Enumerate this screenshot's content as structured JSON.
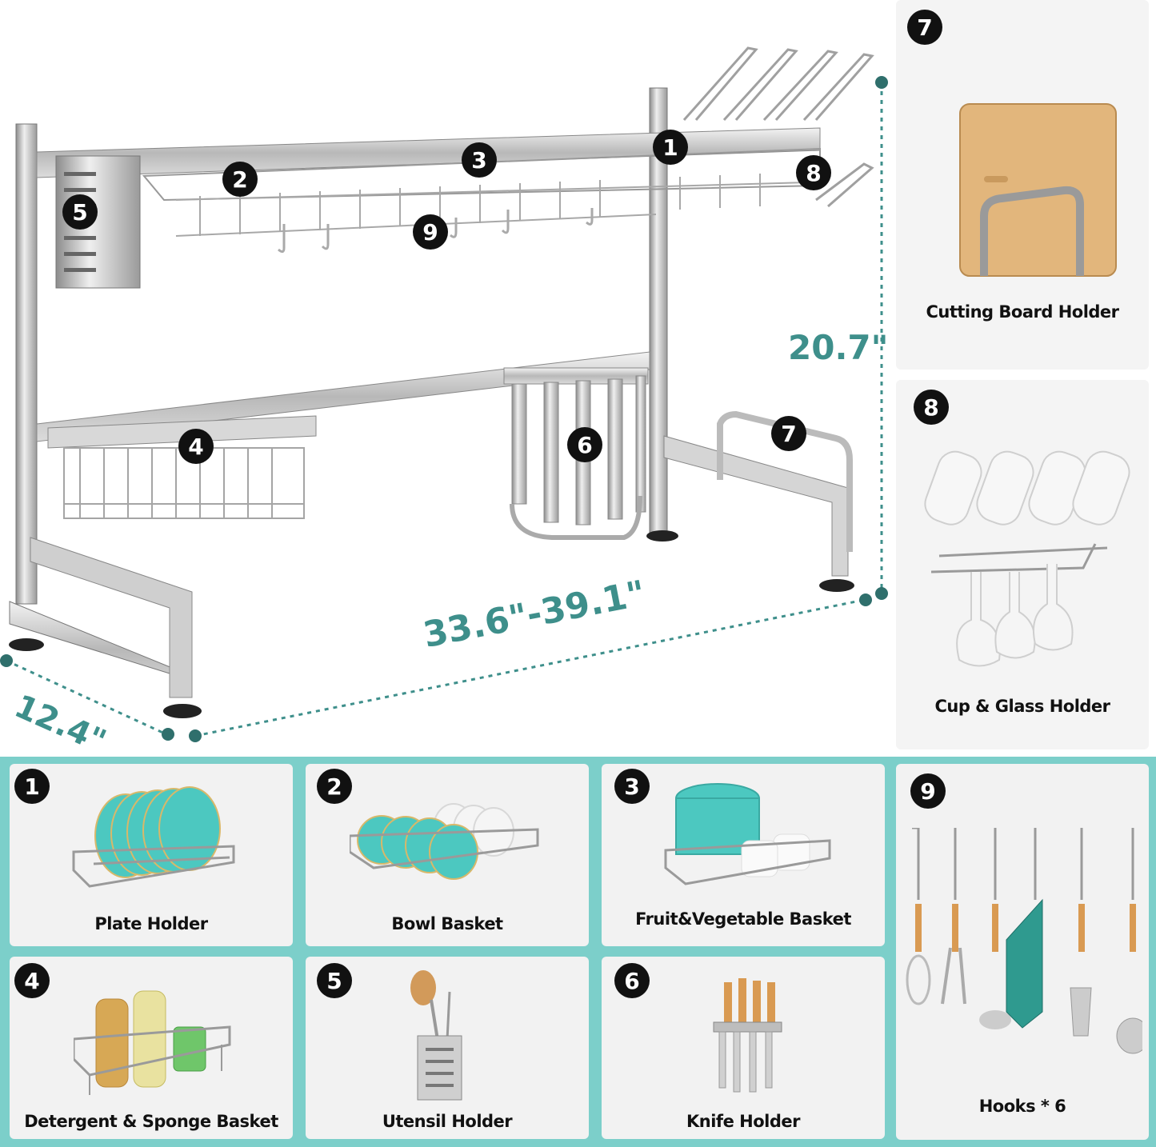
{
  "dimensions": {
    "height": "20.7\"",
    "width": "33.6\"-39.1\"",
    "depth": "12.4\""
  },
  "rack_callouts": [
    "1",
    "2",
    "3",
    "4",
    "5",
    "6",
    "7",
    "8",
    "9"
  ],
  "side_panels": [
    {
      "number": "7",
      "label": "Cutting Board Holder"
    },
    {
      "number": "8",
      "label": "Cup & Glass Holder"
    }
  ],
  "accessories": [
    {
      "number": "1",
      "label": "Plate Holder"
    },
    {
      "number": "2",
      "label": "Bowl Basket"
    },
    {
      "number": "3",
      "label": "Fruit&Vegetable Basket"
    },
    {
      "number": "4",
      "label": "Detergent & Sponge Basket"
    },
    {
      "number": "5",
      "label": "Utensil Holder"
    },
    {
      "number": "6",
      "label": "Knife Holder"
    },
    {
      "number": "9",
      "label": "Hooks * 6"
    }
  ],
  "colors": {
    "teal_band": "#7ccfca",
    "dimension_text": "#3e8f8b",
    "badge": "#111111",
    "plate_teal": "#4cc8c0"
  }
}
